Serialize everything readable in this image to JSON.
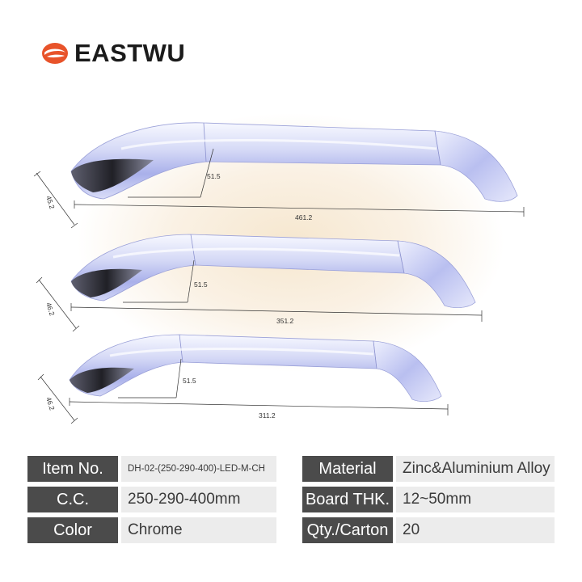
{
  "brand": {
    "name": "EASTWU",
    "accent": "#e8532a"
  },
  "handles": [
    {
      "length": "461.2",
      "depth": "51.5",
      "height": "45.2"
    },
    {
      "length": "351.2",
      "depth": "51.5",
      "height": "46.2"
    },
    {
      "length": "311.2",
      "depth": "51.5",
      "height": "46.2"
    }
  ],
  "specs": [
    {
      "label": "Item No.",
      "value": "DH-02-(250-290-400)-LED-M-CH"
    },
    {
      "label": "Material",
      "value": "Zinc&Aluminium Alloy"
    },
    {
      "label": "C.C.",
      "value": "250-290-400mm"
    },
    {
      "label": "Board THK.",
      "value": "12~50mm"
    },
    {
      "label": "Color",
      "value": "Chrome"
    },
    {
      "label": "Qty./Carton",
      "value": "20"
    }
  ],
  "colors": {
    "label_bg": "#4b4b4b",
    "value_bg": "#ececec",
    "chrome": "#b8bff0"
  }
}
